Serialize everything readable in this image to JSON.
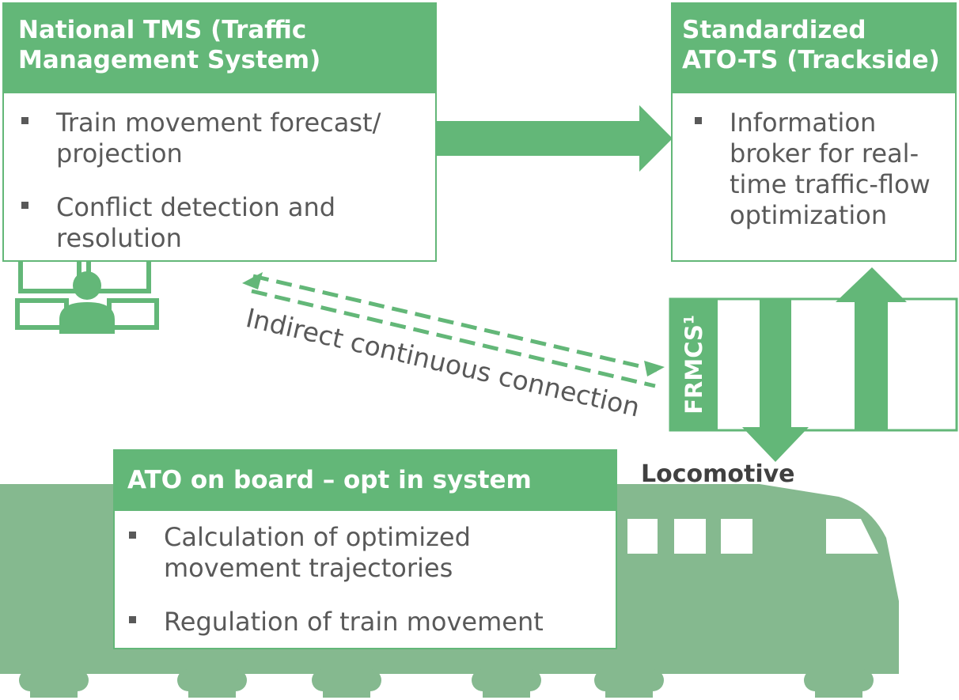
{
  "colors": {
    "accent": "#63b778",
    "train": "#85b98f",
    "text": "#595959"
  },
  "tms": {
    "title_line1": "National TMS (Traffic",
    "title_line2": "Management System)",
    "bullets": [
      {
        "line1": "Train movement forecast/",
        "line2": "projection"
      },
      {
        "line1": "Conflict detection and",
        "line2": "resolution"
      }
    ]
  },
  "ato_ts": {
    "title_line1": "Standardized",
    "title_line2": "ATO-TS (Trackside)",
    "bullets": [
      {
        "line1": "Information",
        "line2": "broker for real-",
        "line3": "time traffic-flow",
        "line4": "optimization"
      }
    ]
  },
  "ato_onboard": {
    "title": "ATO on board – opt in system",
    "bullets": [
      {
        "line1": "Calculation of optimized",
        "line2": "movement trajectories"
      },
      {
        "line1": "Regulation of train movement"
      }
    ]
  },
  "frmcs_label": "FRMCS",
  "frmcs_superscript": "1",
  "connection_label": "Indirect continuous connection",
  "locomotive_label": "Locomotive",
  "icons": [
    "operator-monitors-icon"
  ]
}
